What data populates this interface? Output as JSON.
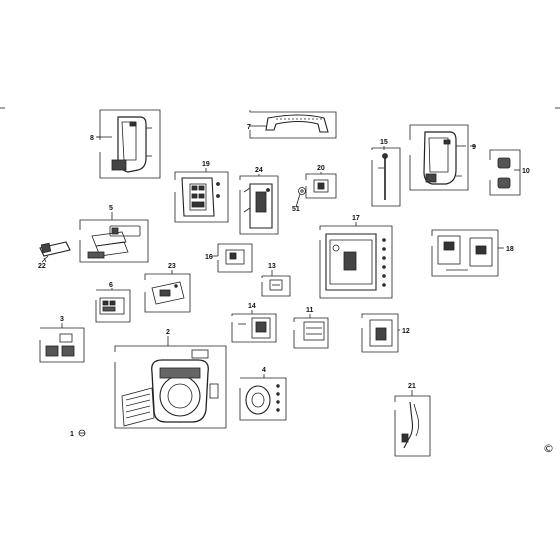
{
  "diagram": {
    "parts": [
      {
        "id": "p1",
        "label": "1"
      },
      {
        "id": "p2",
        "label": "2"
      },
      {
        "id": "p3",
        "label": "3"
      },
      {
        "id": "p4",
        "label": "4"
      },
      {
        "id": "p5",
        "label": "5"
      },
      {
        "id": "p6",
        "label": "6"
      },
      {
        "id": "p7",
        "label": "7"
      },
      {
        "id": "p8",
        "label": "8"
      },
      {
        "id": "p9",
        "label": "9"
      },
      {
        "id": "p10",
        "label": "10"
      },
      {
        "id": "p11",
        "label": "11"
      },
      {
        "id": "p12",
        "label": "12"
      },
      {
        "id": "p13",
        "label": "13"
      },
      {
        "id": "p14",
        "label": "14"
      },
      {
        "id": "p15",
        "label": "15"
      },
      {
        "id": "p16",
        "label": "16"
      },
      {
        "id": "p17",
        "label": "17"
      },
      {
        "id": "p18",
        "label": "18"
      },
      {
        "id": "p19",
        "label": "19"
      },
      {
        "id": "p20",
        "label": "20"
      },
      {
        "id": "p21",
        "label": "21"
      },
      {
        "id": "p22",
        "label": "22"
      },
      {
        "id": "p23",
        "label": "23"
      },
      {
        "id": "p24",
        "label": "24"
      },
      {
        "id": "p51",
        "label": "51"
      }
    ],
    "copyright": "©"
  }
}
